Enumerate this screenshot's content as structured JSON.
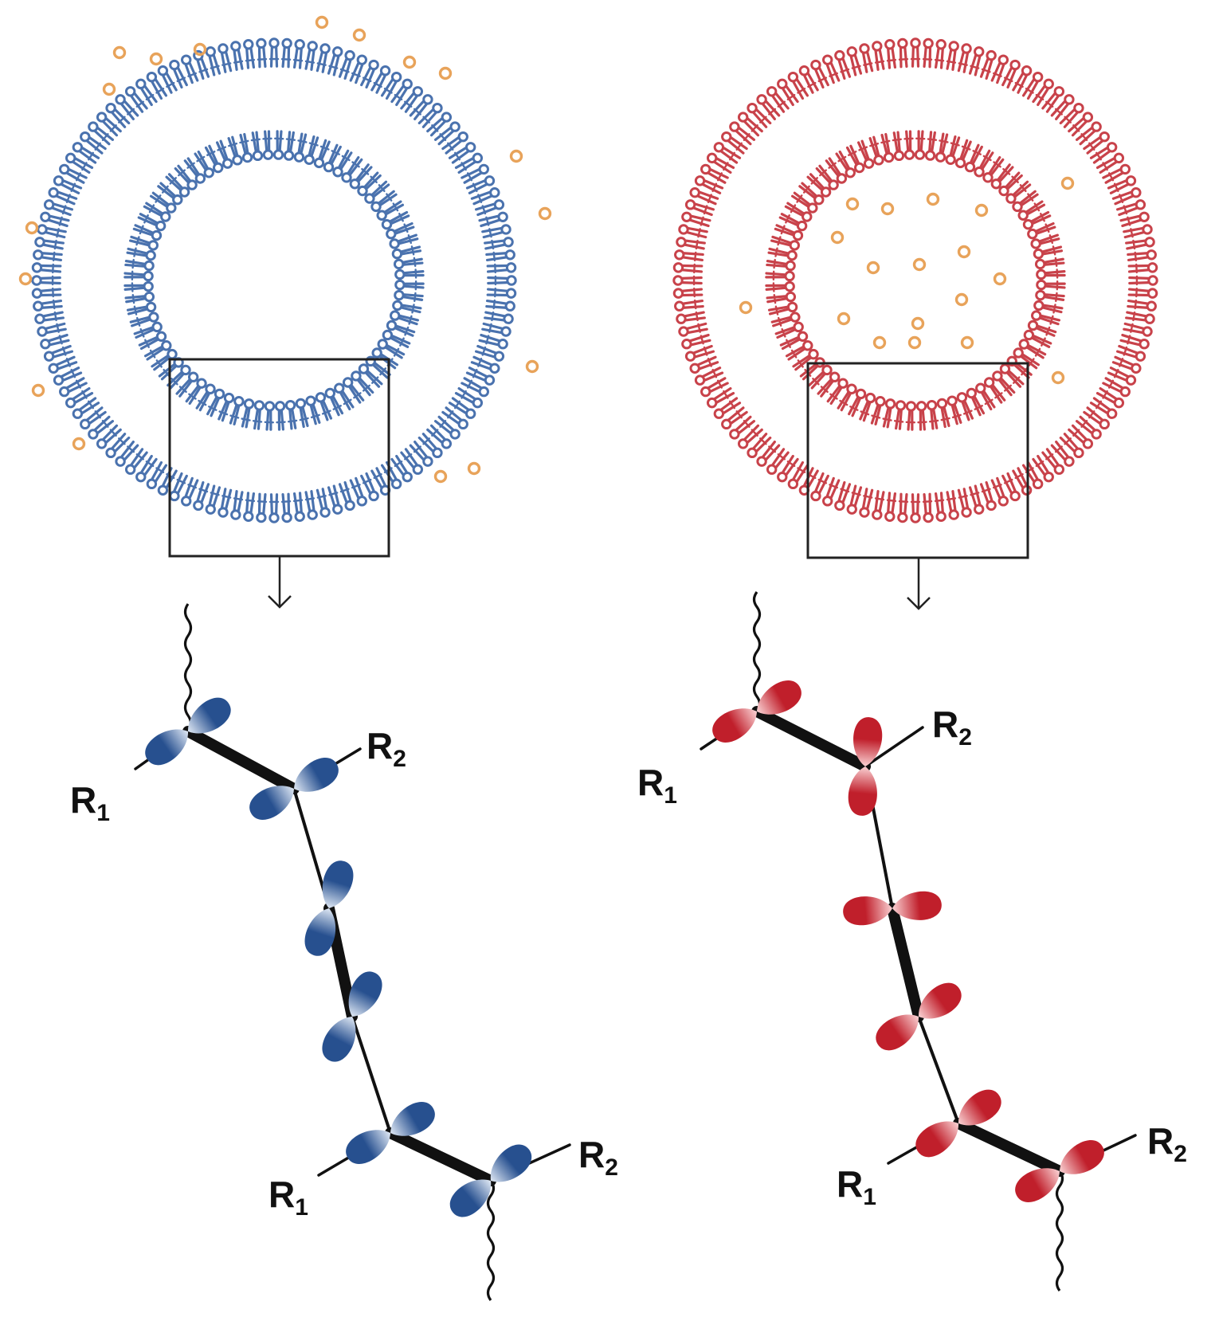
{
  "panels": [
    {
      "id": "left",
      "color": "#4a72ae",
      "lobe_dark": "#27508f",
      "lobe_light": "#dfe8f4",
      "cargo": "outside",
      "labels": [
        "R",
        "1",
        "R",
        "2",
        "R",
        "1",
        "R",
        "2"
      ]
    },
    {
      "id": "right",
      "color": "#c8424a",
      "lobe_dark": "#c01f2b",
      "lobe_light": "#fad2d4",
      "cargo": "inside",
      "labels": [
        "R",
        "1",
        "R",
        "2",
        "R",
        "1",
        "R",
        "2"
      ]
    }
  ],
  "cargo_color": "#e8a35a",
  "line_color": "#111111"
}
